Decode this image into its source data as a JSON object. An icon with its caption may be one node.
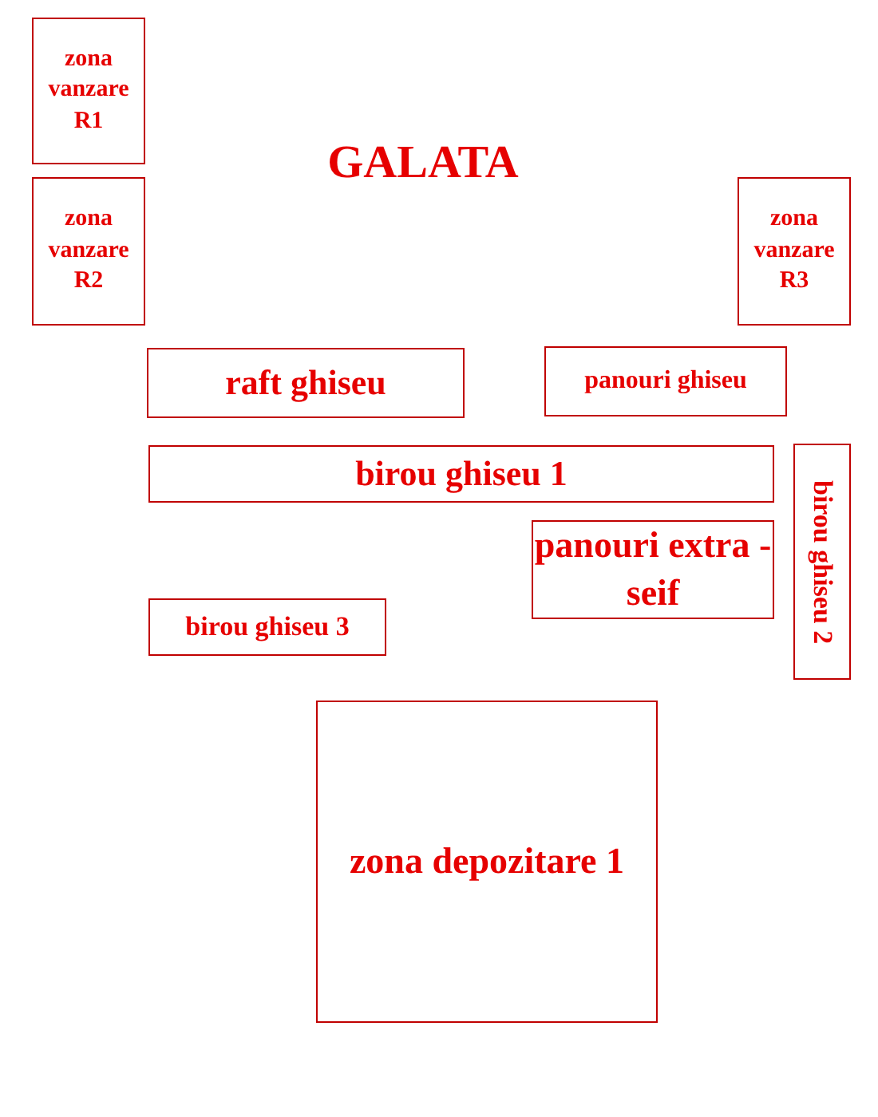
{
  "diagram": {
    "title": "GALATA",
    "nodes": [
      {
        "text": [
          "zona vanzare R1"
        ]
      },
      {
        "text": [
          "zona vanzare R2"
        ]
      },
      {
        "text": [
          "zona vanzare R3"
        ]
      },
      {
        "text": [
          "raft ghiseu"
        ]
      },
      {
        "text": [
          "panouri ghiseu"
        ]
      },
      {
        "text": [
          "birou ghiseu 1"
        ]
      },
      {
        "text": [
          "birou ghiseu 2"
        ]
      },
      {
        "text": [
          "panouri extra - seif"
        ]
      },
      {
        "text": [
          "birou ghiseu 3"
        ]
      },
      {
        "text": [
          "zona depozitare 1"
        ]
      }
    ]
  }
}
